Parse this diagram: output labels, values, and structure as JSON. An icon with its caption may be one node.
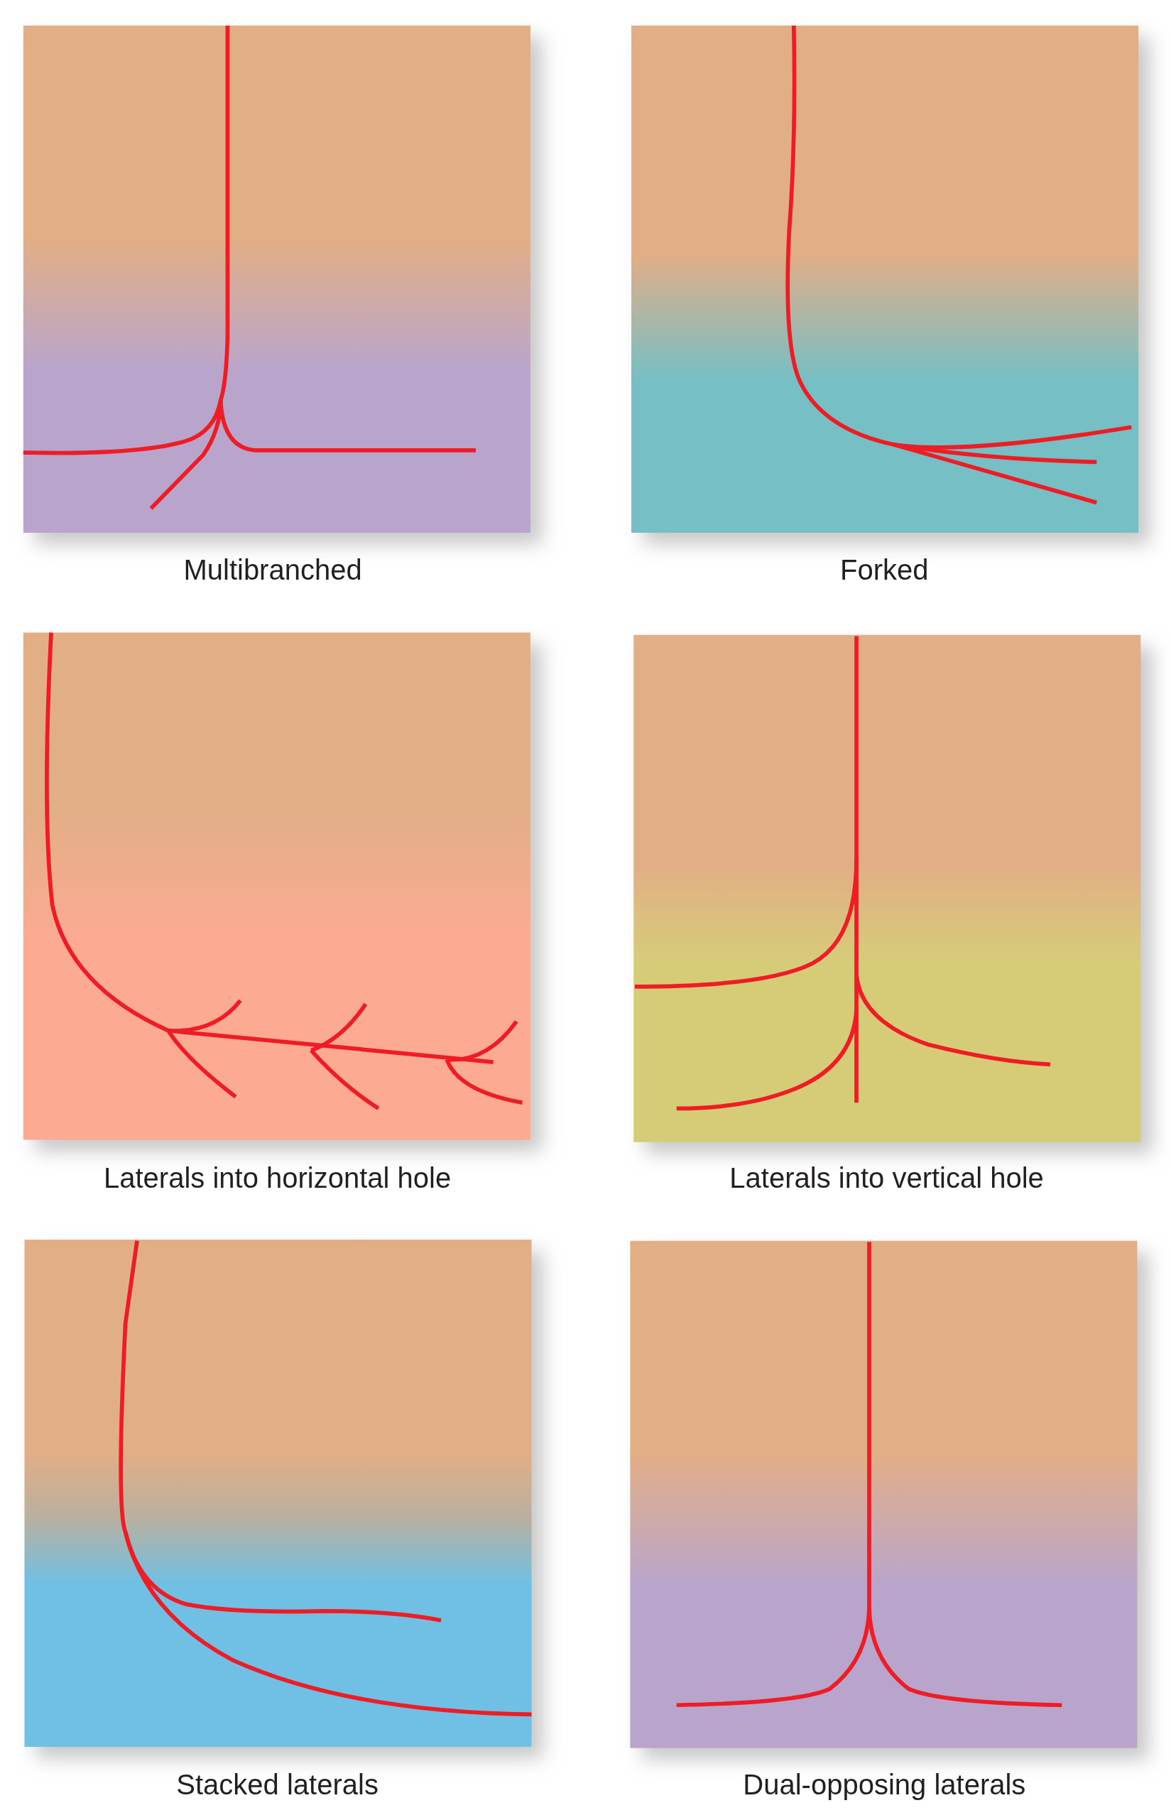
{
  "diagram": {
    "labels": [
      "Multibranched",
      "Forked",
      "Laterals into horizontal hole",
      "Laterals into vertical hole",
      "Stacked laterals",
      "Dual-opposing laterals"
    ]
  }
}
